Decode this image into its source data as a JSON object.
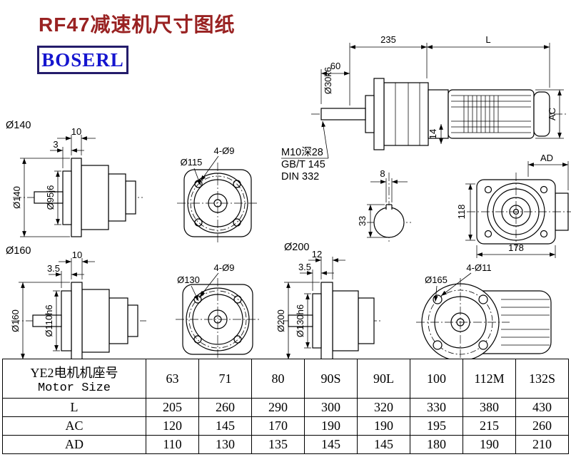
{
  "header": {
    "title": "RF47减速机尺寸图纸",
    "logo": "BOSERL"
  },
  "colors": {
    "title_red": "#992222",
    "logo_blue": "#1515cf",
    "logo_border": "#241c6b",
    "line_black": "#000000"
  },
  "side_view": {
    "dim_235": "235",
    "dim_l": "L",
    "dim_60": "60",
    "dim_shaft": "Ø30k6",
    "dim_ac": "AC",
    "dim_14": "14",
    "note_line1": "M10深28",
    "note_line2": "GB/T 145",
    "note_line3": "DIN 332",
    "dim_8": "8",
    "dim_33": "33"
  },
  "rear_view": {
    "dim_ad": "AD",
    "dim_118": "118",
    "dim_178": "178"
  },
  "flange140": {
    "label": "Ø140",
    "dim_10": "10",
    "dim_3": "3",
    "dim_od": "Ø140",
    "dim_spigot": "Ø95j6"
  },
  "flange115": {
    "dim_holes": "4-Ø9",
    "dim_bc": "Ø115"
  },
  "flange160": {
    "label": "Ø160",
    "dim_10": "10",
    "dim_3_5": "3.5",
    "dim_od": "Ø160",
    "dim_spigot": "Ø110h6"
  },
  "flange130": {
    "dim_holes": "4-Ø9",
    "dim_bc": "Ø130"
  },
  "flange200": {
    "label": "Ø200",
    "dim_12": "12",
    "dim_3_5": "3.5",
    "dim_od": "Ø200",
    "dim_spigot": "Ø130h6"
  },
  "motor_front": {
    "dim_holes": "4-Ø11",
    "dim_bc": "Ø165"
  },
  "table": {
    "row_header_cn": "YE2电机机座号",
    "row_header_en": "Motor Size",
    "sizes": [
      "63",
      "71",
      "80",
      "90S",
      "90L",
      "100",
      "112M",
      "132S"
    ],
    "rows": [
      {
        "label": "L",
        "values": [
          "205",
          "260",
          "290",
          "300",
          "320",
          "330",
          "380",
          "430"
        ]
      },
      {
        "label": "AC",
        "values": [
          "120",
          "145",
          "170",
          "190",
          "190",
          "195",
          "215",
          "260"
        ]
      },
      {
        "label": "AD",
        "values": [
          "110",
          "130",
          "135",
          "145",
          "145",
          "180",
          "190",
          "210"
        ]
      }
    ]
  }
}
